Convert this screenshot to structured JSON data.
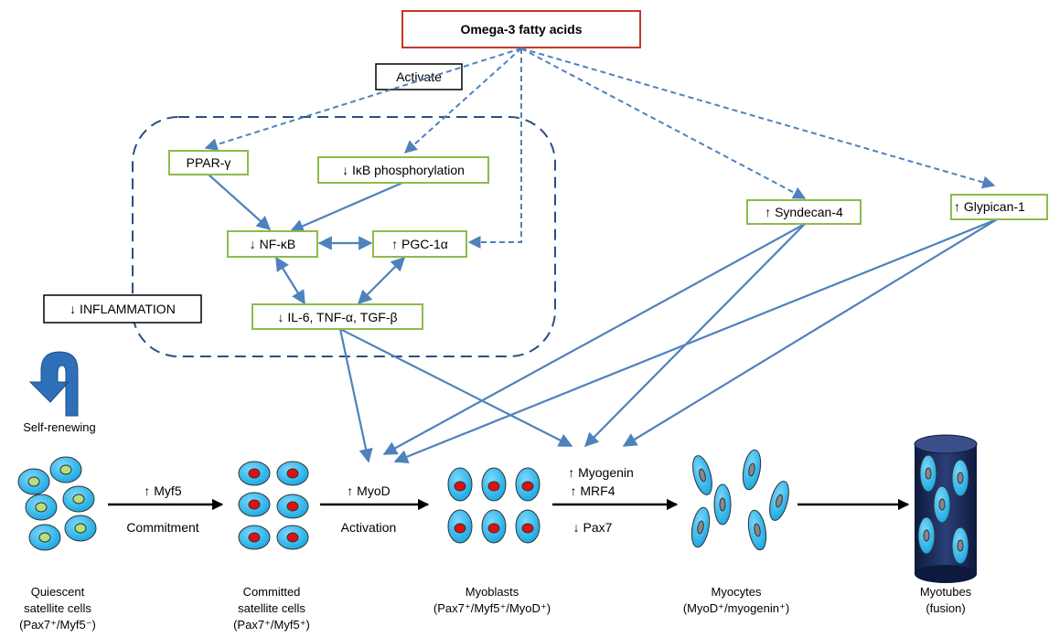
{
  "title_box": "Omega-3 fatty acids",
  "activate": "Activate",
  "inflammation": "↓ INFLAMMATION",
  "self_renewing": "Self-renewing",
  "nodes": {
    "ppar": "PPAR-γ",
    "ikb": "↓ IκB phosphorylation",
    "nfkb": "↓ NF-κB",
    "pgc": "↑ PGC-1α",
    "il6": "↓ IL-6, TNF-α, TGF-β",
    "syndecan": "↑ Syndecan-4",
    "glypican": "↑ Glypican-1"
  },
  "steps": {
    "myf5": "↑ Myf5",
    "commitment": "Commitment",
    "myod": "↑ MyoD",
    "activation": "Activation",
    "myogenin": "↑ Myogenin",
    "mrf4": "↑ MRF4",
    "pax7": "↓ Pax7"
  },
  "stages": [
    {
      "l1": "Quiescent",
      "l2": "satellite cells",
      "l3": "(Pax7⁺/Myf5⁻)"
    },
    {
      "l1": "Committed",
      "l2": "satellite cells",
      "l3": "(Pax7⁺/Myf5⁺)"
    },
    {
      "l1": "Myoblasts",
      "l2": "(Pax7⁺/Myf5⁺/MyoD⁺)",
      "l3": ""
    },
    {
      "l1": "Myocytes",
      "l2": "(MyoD⁺/myogenin⁺)",
      "l3": ""
    },
    {
      "l1": "Myotubes",
      "l2": "(fusion)",
      "l3": ""
    }
  ],
  "colors": {
    "arrow_blue": "#4f81bd",
    "cell_fill": "#1fb4ec",
    "title_border": "#c0392b",
    "node_border": "#8dbb4c",
    "nucleus_quiescent": "#b8e07a",
    "nucleus_active": "#e01010",
    "myotube": "#1f2e5c"
  }
}
